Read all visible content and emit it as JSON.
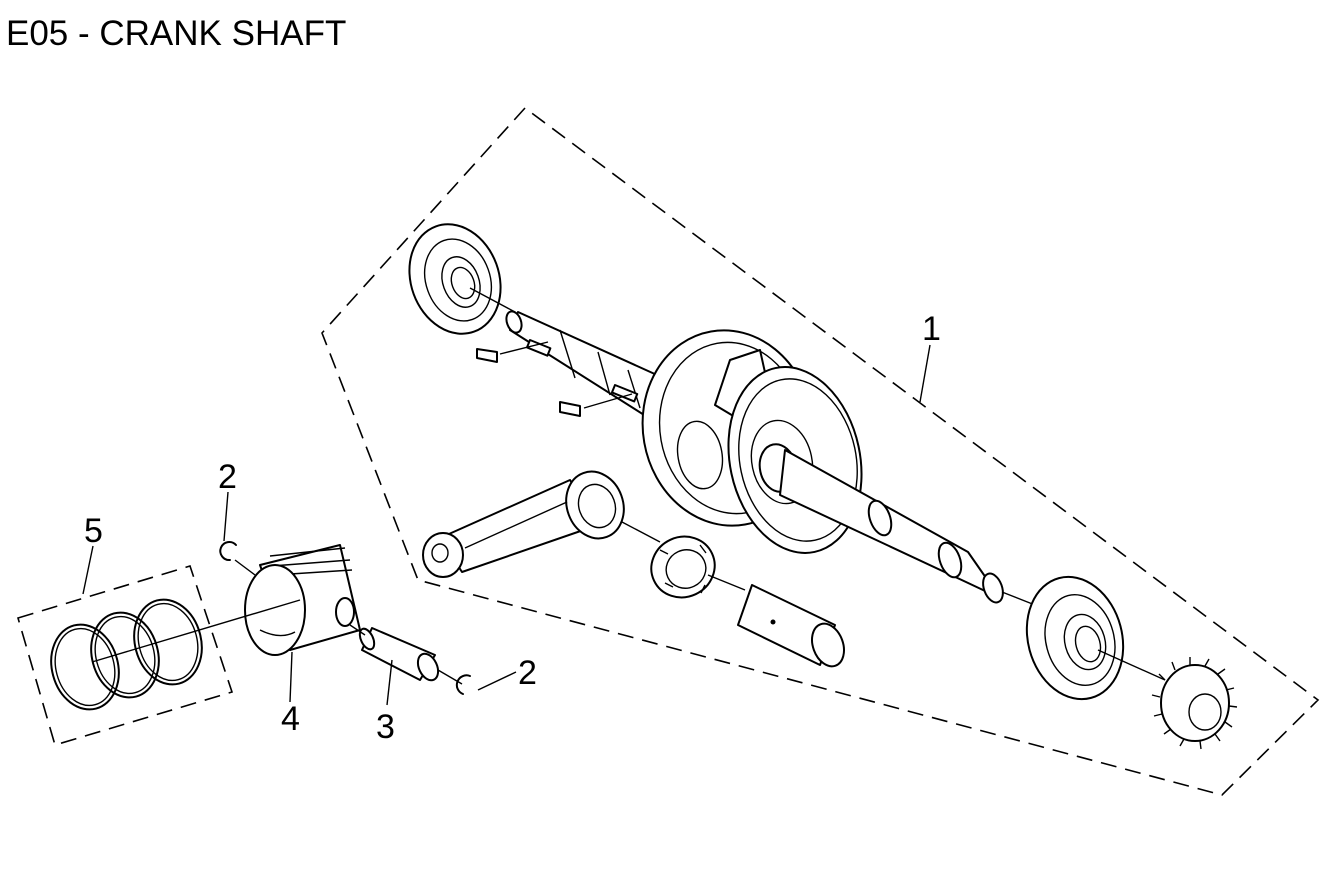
{
  "title": "E05 - CRANK SHAFT",
  "callouts": {
    "crankshaft_assembly": "1",
    "circlip_upper": "2",
    "circlip_lower": "2",
    "piston_pin": "3",
    "piston": "4",
    "piston_rings": "5"
  }
}
